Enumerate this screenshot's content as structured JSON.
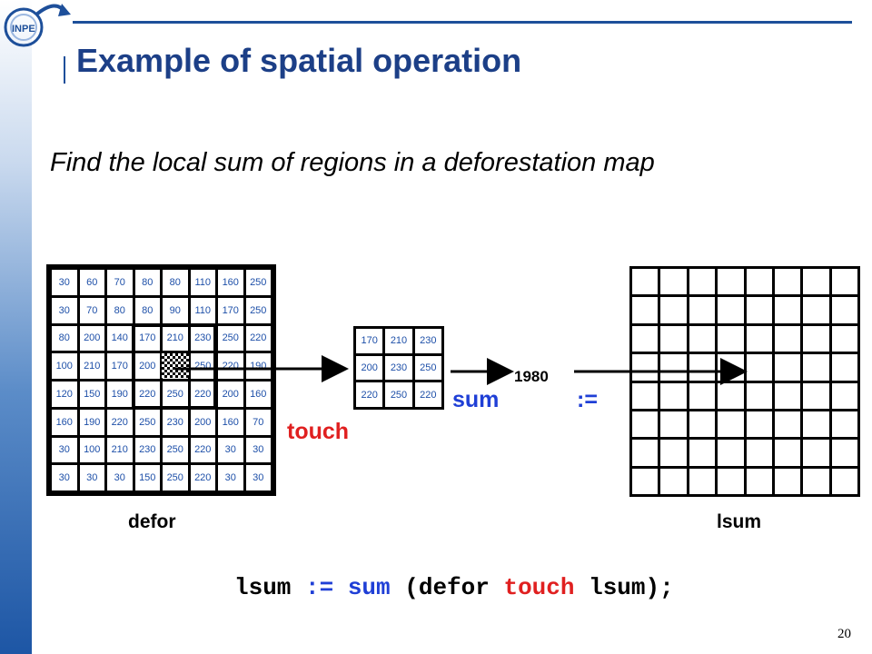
{
  "title": "Example of spatial operation",
  "subtitle": "Find the local sum of regions in a deforestation map",
  "logo_text": "INPE",
  "defor_grid": [
    [
      "30",
      "60",
      "70",
      "80",
      "80",
      "110",
      "160",
      "250"
    ],
    [
      "30",
      "70",
      "80",
      "80",
      "90",
      "110",
      "170",
      "250"
    ],
    [
      "80",
      "200",
      "140",
      "170",
      "210",
      "230",
      "250",
      "220"
    ],
    [
      "100",
      "210",
      "170",
      "200",
      "",
      "250",
      "220",
      "190"
    ],
    [
      "120",
      "150",
      "190",
      "220",
      "250",
      "220",
      "200",
      "160"
    ],
    [
      "160",
      "190",
      "220",
      "250",
      "230",
      "200",
      "160",
      "70"
    ],
    [
      "30",
      "100",
      "210",
      "230",
      "250",
      "220",
      "30",
      "30"
    ],
    [
      "30",
      "30",
      "30",
      "150",
      "250",
      "220",
      "30",
      "30"
    ]
  ],
  "neighborhood_grid": [
    [
      "170",
      "210",
      "230"
    ],
    [
      "200",
      "230",
      "250"
    ],
    [
      "220",
      "250",
      "220"
    ]
  ],
  "labels": {
    "touch": "touch",
    "sum": "sum",
    "assign": ":=",
    "result": "1980",
    "defor": "defor",
    "lsum": "lsum"
  },
  "code": {
    "lsum": "lsum ",
    "assign": ":= ",
    "sum": "sum ",
    "open": "(defor ",
    "touch": "touch ",
    "close": "lsum);"
  },
  "page_number": "20",
  "colors": {
    "title": "#1c3f87",
    "blue": "#1f3fd6",
    "red": "#e02020",
    "cell_text": "#1d4fa8"
  }
}
